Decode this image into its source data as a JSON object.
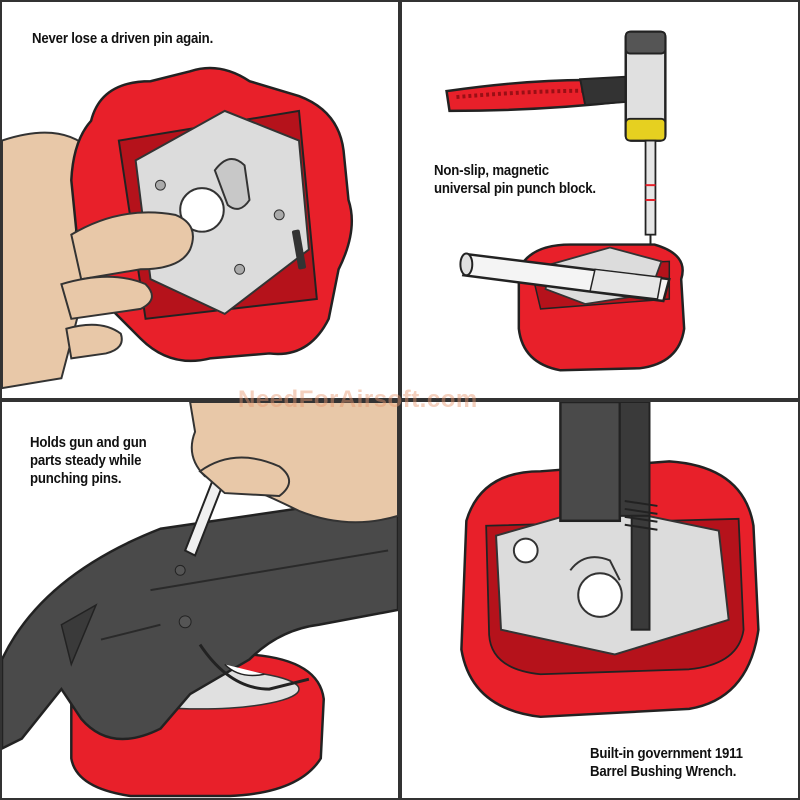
{
  "panels": {
    "top_left": {
      "caption": "Never lose a driven pin again."
    },
    "top_right": {
      "caption": "Non-slip, magnetic\nuniversal pin punch block."
    },
    "bottom_left": {
      "caption": "Holds gun and gun\nparts steady while\npunching pins."
    },
    "bottom_right": {
      "caption": "Built-in government 1911\nBarrel Bushing Wrench."
    }
  },
  "watermark": "NeedForAirsoft.com",
  "colors": {
    "block_red": "#e8202a",
    "block_dark_red": "#b5121b",
    "plate_gray": "#dcdcdc",
    "skin": "#e8c8a8",
    "gun_gray": "#4a4a4a"
  }
}
